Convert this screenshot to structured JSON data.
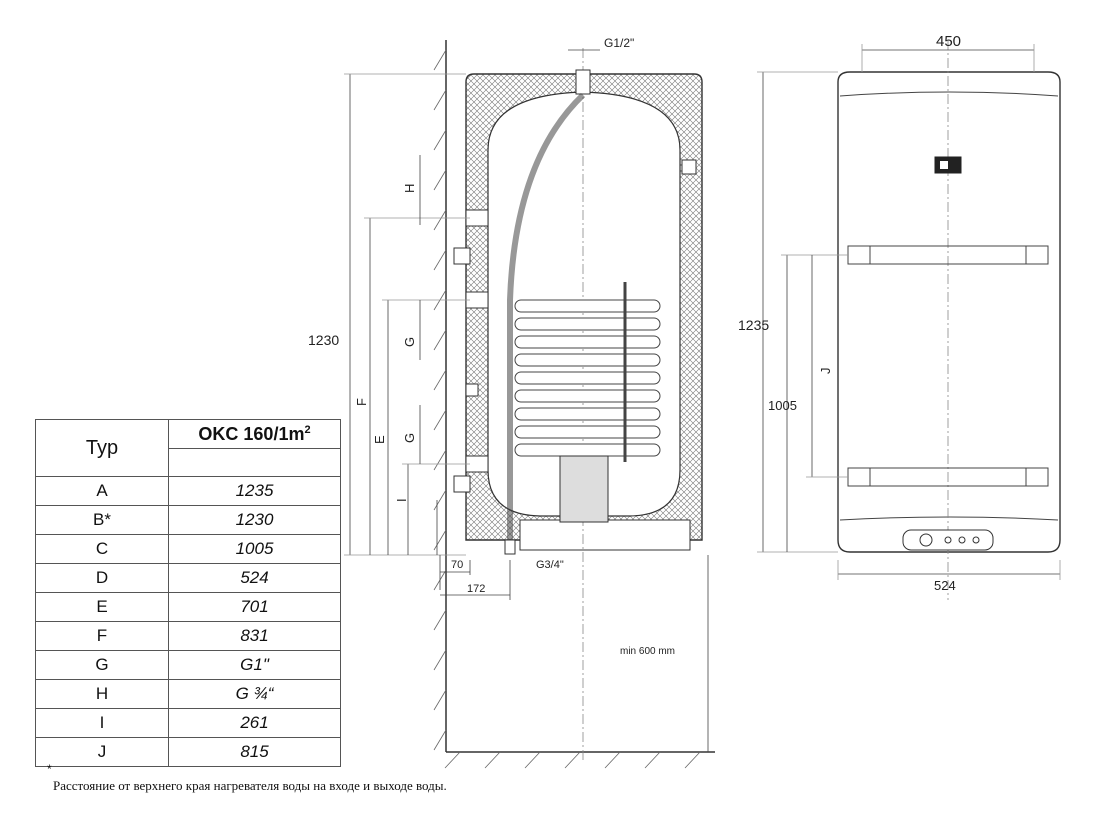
{
  "table": {
    "type_header": "Typ",
    "model_header": "OKC 160/1m",
    "model_sup": "2",
    "rows": [
      {
        "key": "A",
        "value": "1235"
      },
      {
        "key": "B*",
        "value": "1230"
      },
      {
        "key": "C",
        "value": "1005"
      },
      {
        "key": "D",
        "value": "524"
      },
      {
        "key": "E",
        "value": "701"
      },
      {
        "key": "F",
        "value": "831"
      },
      {
        "key": "G",
        "value": "G1\""
      },
      {
        "key": "H",
        "value": "G ¾“"
      },
      {
        "key": "I",
        "value": "261"
      },
      {
        "key": "J",
        "value": "815"
      }
    ]
  },
  "footnote": {
    "mark": "*",
    "text": "Расстояние от верхнего края нагревателя воды на входе и выходе  воды."
  },
  "side_view": {
    "dim_total": "1230",
    "label_top_fitting": "G1/2\"",
    "label_h": "H",
    "label_g_upper": "G",
    "label_g_lower": "G",
    "label_f": "F",
    "label_e": "E",
    "label_i": "I",
    "dim_70": "70",
    "dim_172": "172",
    "label_bottom_fitting": "G3/4\"",
    "label_min_gap": "min 600 mm"
  },
  "front_view": {
    "dim_width_top": "450",
    "dim_height": "1235",
    "dim_j": "J",
    "dim_1005": "1005",
    "dim_width_bottom": "524"
  }
}
